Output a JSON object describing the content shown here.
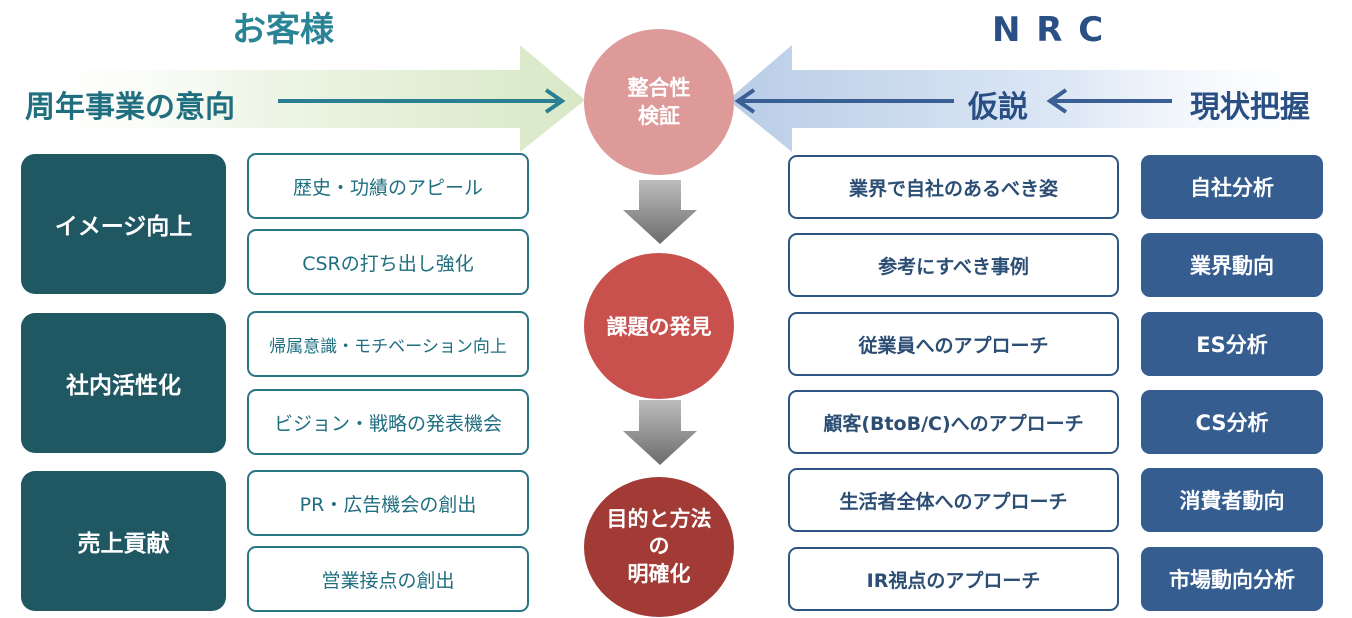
{
  "headers": {
    "left": "お客様",
    "right": "N R C"
  },
  "flow": {
    "left_label": "周年事業の意向",
    "right_label_1": "仮説",
    "right_label_2": "現状把握"
  },
  "center": {
    "circle1_line1": "整合性",
    "circle1_line2": "検証",
    "circle2": "課題の発見",
    "circle3_line1": "目的と方法",
    "circle3_line2": "の",
    "circle3_line3": "明確化"
  },
  "left_groups": [
    {
      "label": "イメージ向上",
      "items": [
        "歴史・功績のアピール",
        "CSRの打ち出し強化"
      ]
    },
    {
      "label": "社内活性化",
      "items": [
        "帰属意識・モチベーション向上",
        "ビジョン・戦略の発表機会"
      ]
    },
    {
      "label": "売上貢献",
      "items": [
        "PR・広告機会の創出",
        "営業接点の創出"
      ]
    }
  ],
  "right_rows": [
    {
      "approach": "業界で自社のあるべき姿",
      "analysis": "自社分析"
    },
    {
      "approach": "参考にすべき事例",
      "analysis": "業界動向"
    },
    {
      "approach": "従業員へのアプローチ",
      "analysis": "ES分析"
    },
    {
      "approach": "顧客(BtoB/C)へのアプローチ",
      "analysis": "CS分析"
    },
    {
      "approach": "生活者全体へのアプローチ",
      "analysis": "消費者動向"
    },
    {
      "approach": "IR視点のアプローチ",
      "analysis": "市場動向分析"
    }
  ],
  "colors": {
    "teal_dark": "#1f5763",
    "blue_box": "#355d90",
    "circle_pink": "#dd9a99",
    "circle_red": "#c8504d",
    "circle_darkred": "#a23a35"
  }
}
